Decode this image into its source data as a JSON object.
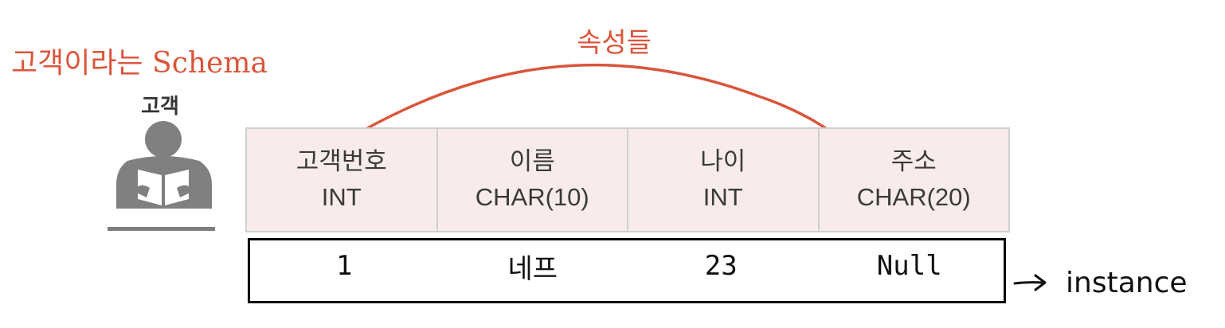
{
  "annotations": {
    "schema_label": "고객이라는 Schema",
    "attributes_label": "속성들",
    "instance_label": "instance"
  },
  "entity": {
    "name": "고객",
    "icon": "person-reading-icon"
  },
  "schema_columns": [
    {
      "name": "고객번호",
      "type": "INT"
    },
    {
      "name": "이름",
      "type": "CHAR(10)"
    },
    {
      "name": "나이",
      "type": "INT"
    },
    {
      "name": "주소",
      "type": "CHAR(20)"
    }
  ],
  "instance_values": [
    "1",
    "네프",
    "23",
    "Null"
  ],
  "colors": {
    "annotation": "#d9553b",
    "header_bg": "#f7eceb",
    "header_border": "#cfcfcf",
    "icon": "#808080"
  }
}
